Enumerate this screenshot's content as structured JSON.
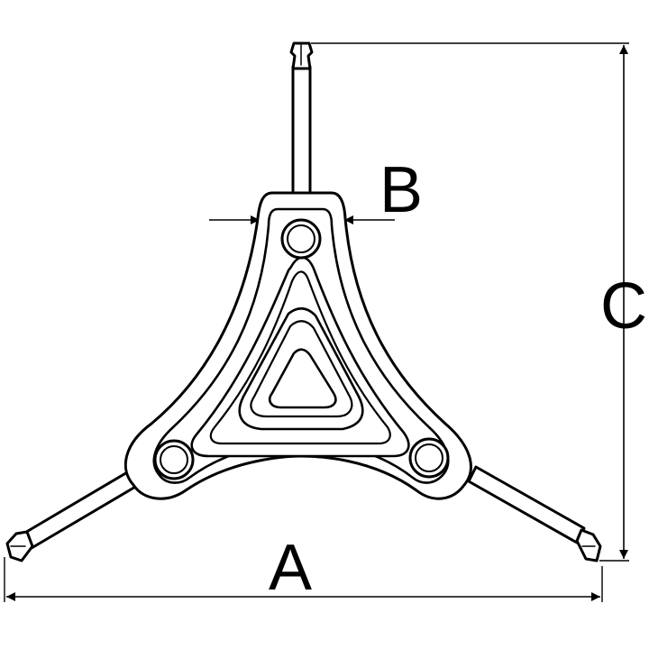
{
  "dimensions": {
    "a": "A",
    "b": "B",
    "c": "C"
  },
  "colors": {
    "stroke": "#000000",
    "background": "#ffffff"
  }
}
